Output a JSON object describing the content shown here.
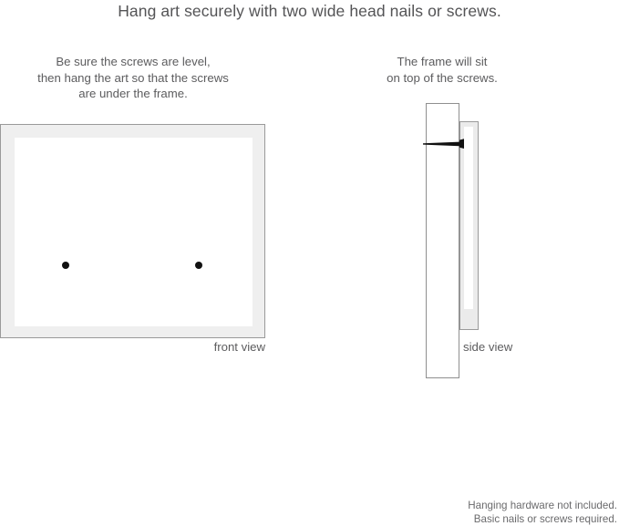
{
  "title": "Hang art securely with two wide head nails or screws.",
  "captions": {
    "left": [
      "Be sure the screws are level,",
      "then hang the art so that the screws",
      "are under the frame."
    ],
    "right": [
      "The frame will sit",
      "on top of the screws."
    ]
  },
  "views": {
    "front_label": "front view",
    "side_label": "side view"
  },
  "footer": [
    "Hanging hardware not included.",
    "Basic nails or screws required."
  ],
  "colors": {
    "text": "#58585a",
    "frame_band": "#efefef",
    "frame_outline": "#9a9a9a",
    "mat": "#ffffff",
    "screw": "#111111",
    "side_frame_fill": "#ebebeb",
    "background": "#ffffff"
  },
  "diagram": {
    "front_view": {
      "screw_count": 2,
      "screw_positions": [
        "left",
        "right"
      ]
    },
    "side_view": {
      "parts": [
        "wall-panel",
        "frame-profile",
        "screw-profile"
      ]
    }
  }
}
